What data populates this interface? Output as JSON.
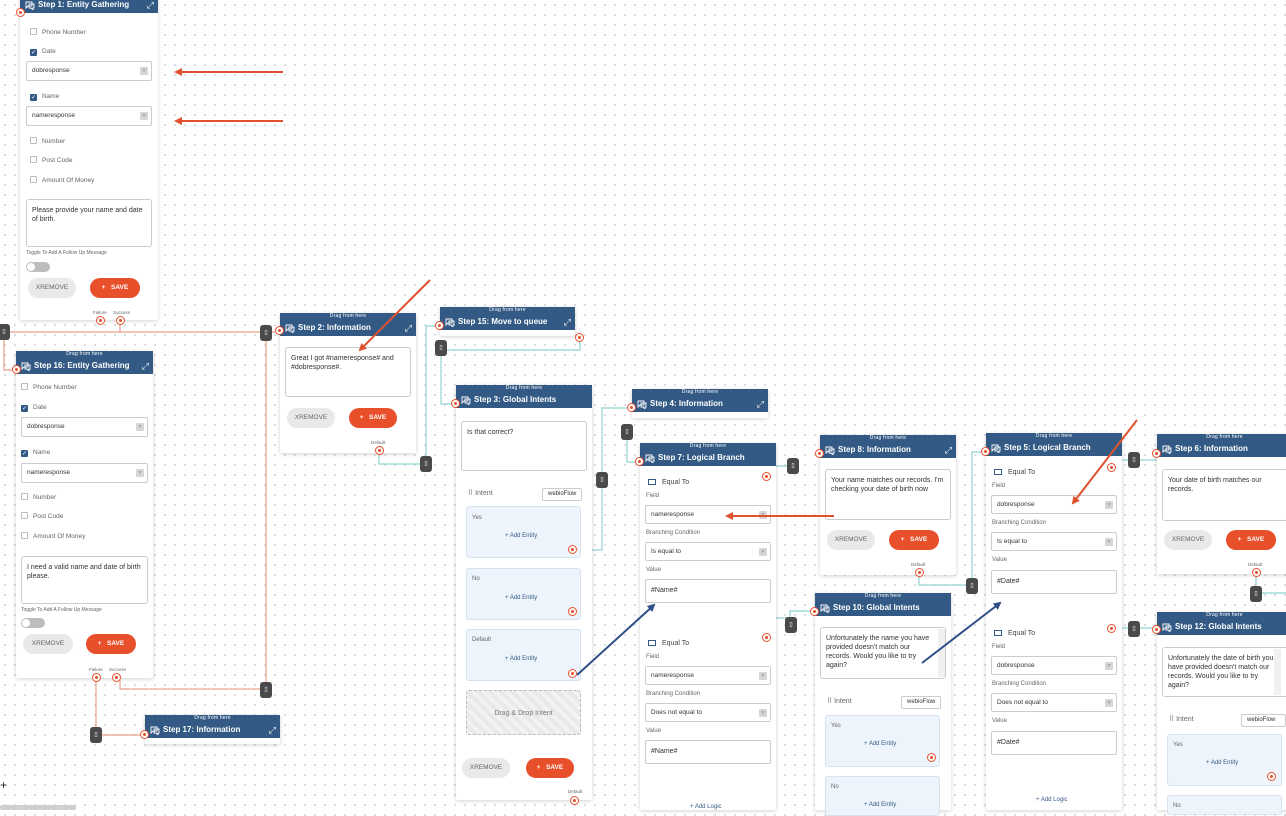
{
  "common": {
    "drag_label": "Drag from here",
    "remove_label": "XREMOVE",
    "save_label": "SAVE",
    "save_plus": "+",
    "expand_glyph": "⤢",
    "failure_label": "Failure",
    "success_label": "Success",
    "default_label": "Default",
    "intent_label": "⠿ Intent",
    "intent_select": "webioFlow",
    "yes_label": "Yes",
    "no_label": "No",
    "default_section_label": "Default",
    "add_entity": "+ Add Entity",
    "drag_drop_intent": "Drag & Drop Intent",
    "equal_to": "Equal To",
    "field_label": "Field",
    "branching_label": "Branching Condition",
    "value_label": "Value",
    "add_logic": "+ Add Logic",
    "add_logic_partial": "+ Add Logic",
    "follow_up": "Toggle To Add A Follow Up Message",
    "option_phone": "Phone Number",
    "option_date": "Date",
    "option_name": "Name",
    "option_number": "Number",
    "option_postcode": "Post Code",
    "option_money": "Amount Of Money",
    "dob_var": "dobresponse",
    "name_var": "nameresponse",
    "is_equal": "Is equal to",
    "not_equal": "Does not equal to",
    "name_token": "#Name#",
    "date_token": "#Date#",
    "plus_sign": "+"
  },
  "steps": {
    "s1": {
      "title": "Step 1: Entity Gathering",
      "message": "Please provide your name and date of birth."
    },
    "s16": {
      "title": "Step 16: Entity Gathering",
      "message": "I need a valid name and date of birth please."
    },
    "s2": {
      "title": "Step 2: Information",
      "message": "Great I got #nameresponse# and #dobresponse#."
    },
    "s15": {
      "title": "Step 15: Move to queue"
    },
    "s3": {
      "title": "Step 3: Global Intents",
      "message": "Is that correct?"
    },
    "s4": {
      "title": "Step 4: Information"
    },
    "s7": {
      "title": "Step 7: Logical Branch"
    },
    "s8": {
      "title": "Step 8: Information",
      "message": "Your name matches our records. I'm checking your date of birth now"
    },
    "s10": {
      "title": "Step 10: Global Intents",
      "message": "Unfortunately the name you have provided doesn't match our records. Would you like to try again?"
    },
    "s5": {
      "title": "Step 5: Logical Branch"
    },
    "s6": {
      "title": "Step 6: Information",
      "message": "Your date of birth matches our records."
    },
    "s12": {
      "title": "Step 12: Global Intents",
      "message": "Unfortunately the date of birth you have provided doesn't match our records. Would you like to try again?"
    },
    "s17": {
      "title": "Step 17: Information"
    }
  },
  "colors": {
    "header": "#335a85",
    "save": "#e8502b",
    "arrow_red": "#e0522d",
    "arrow_blue": "#2f4f86",
    "line_red": "#e9a08a",
    "line_teal": "#8fd3cf"
  }
}
